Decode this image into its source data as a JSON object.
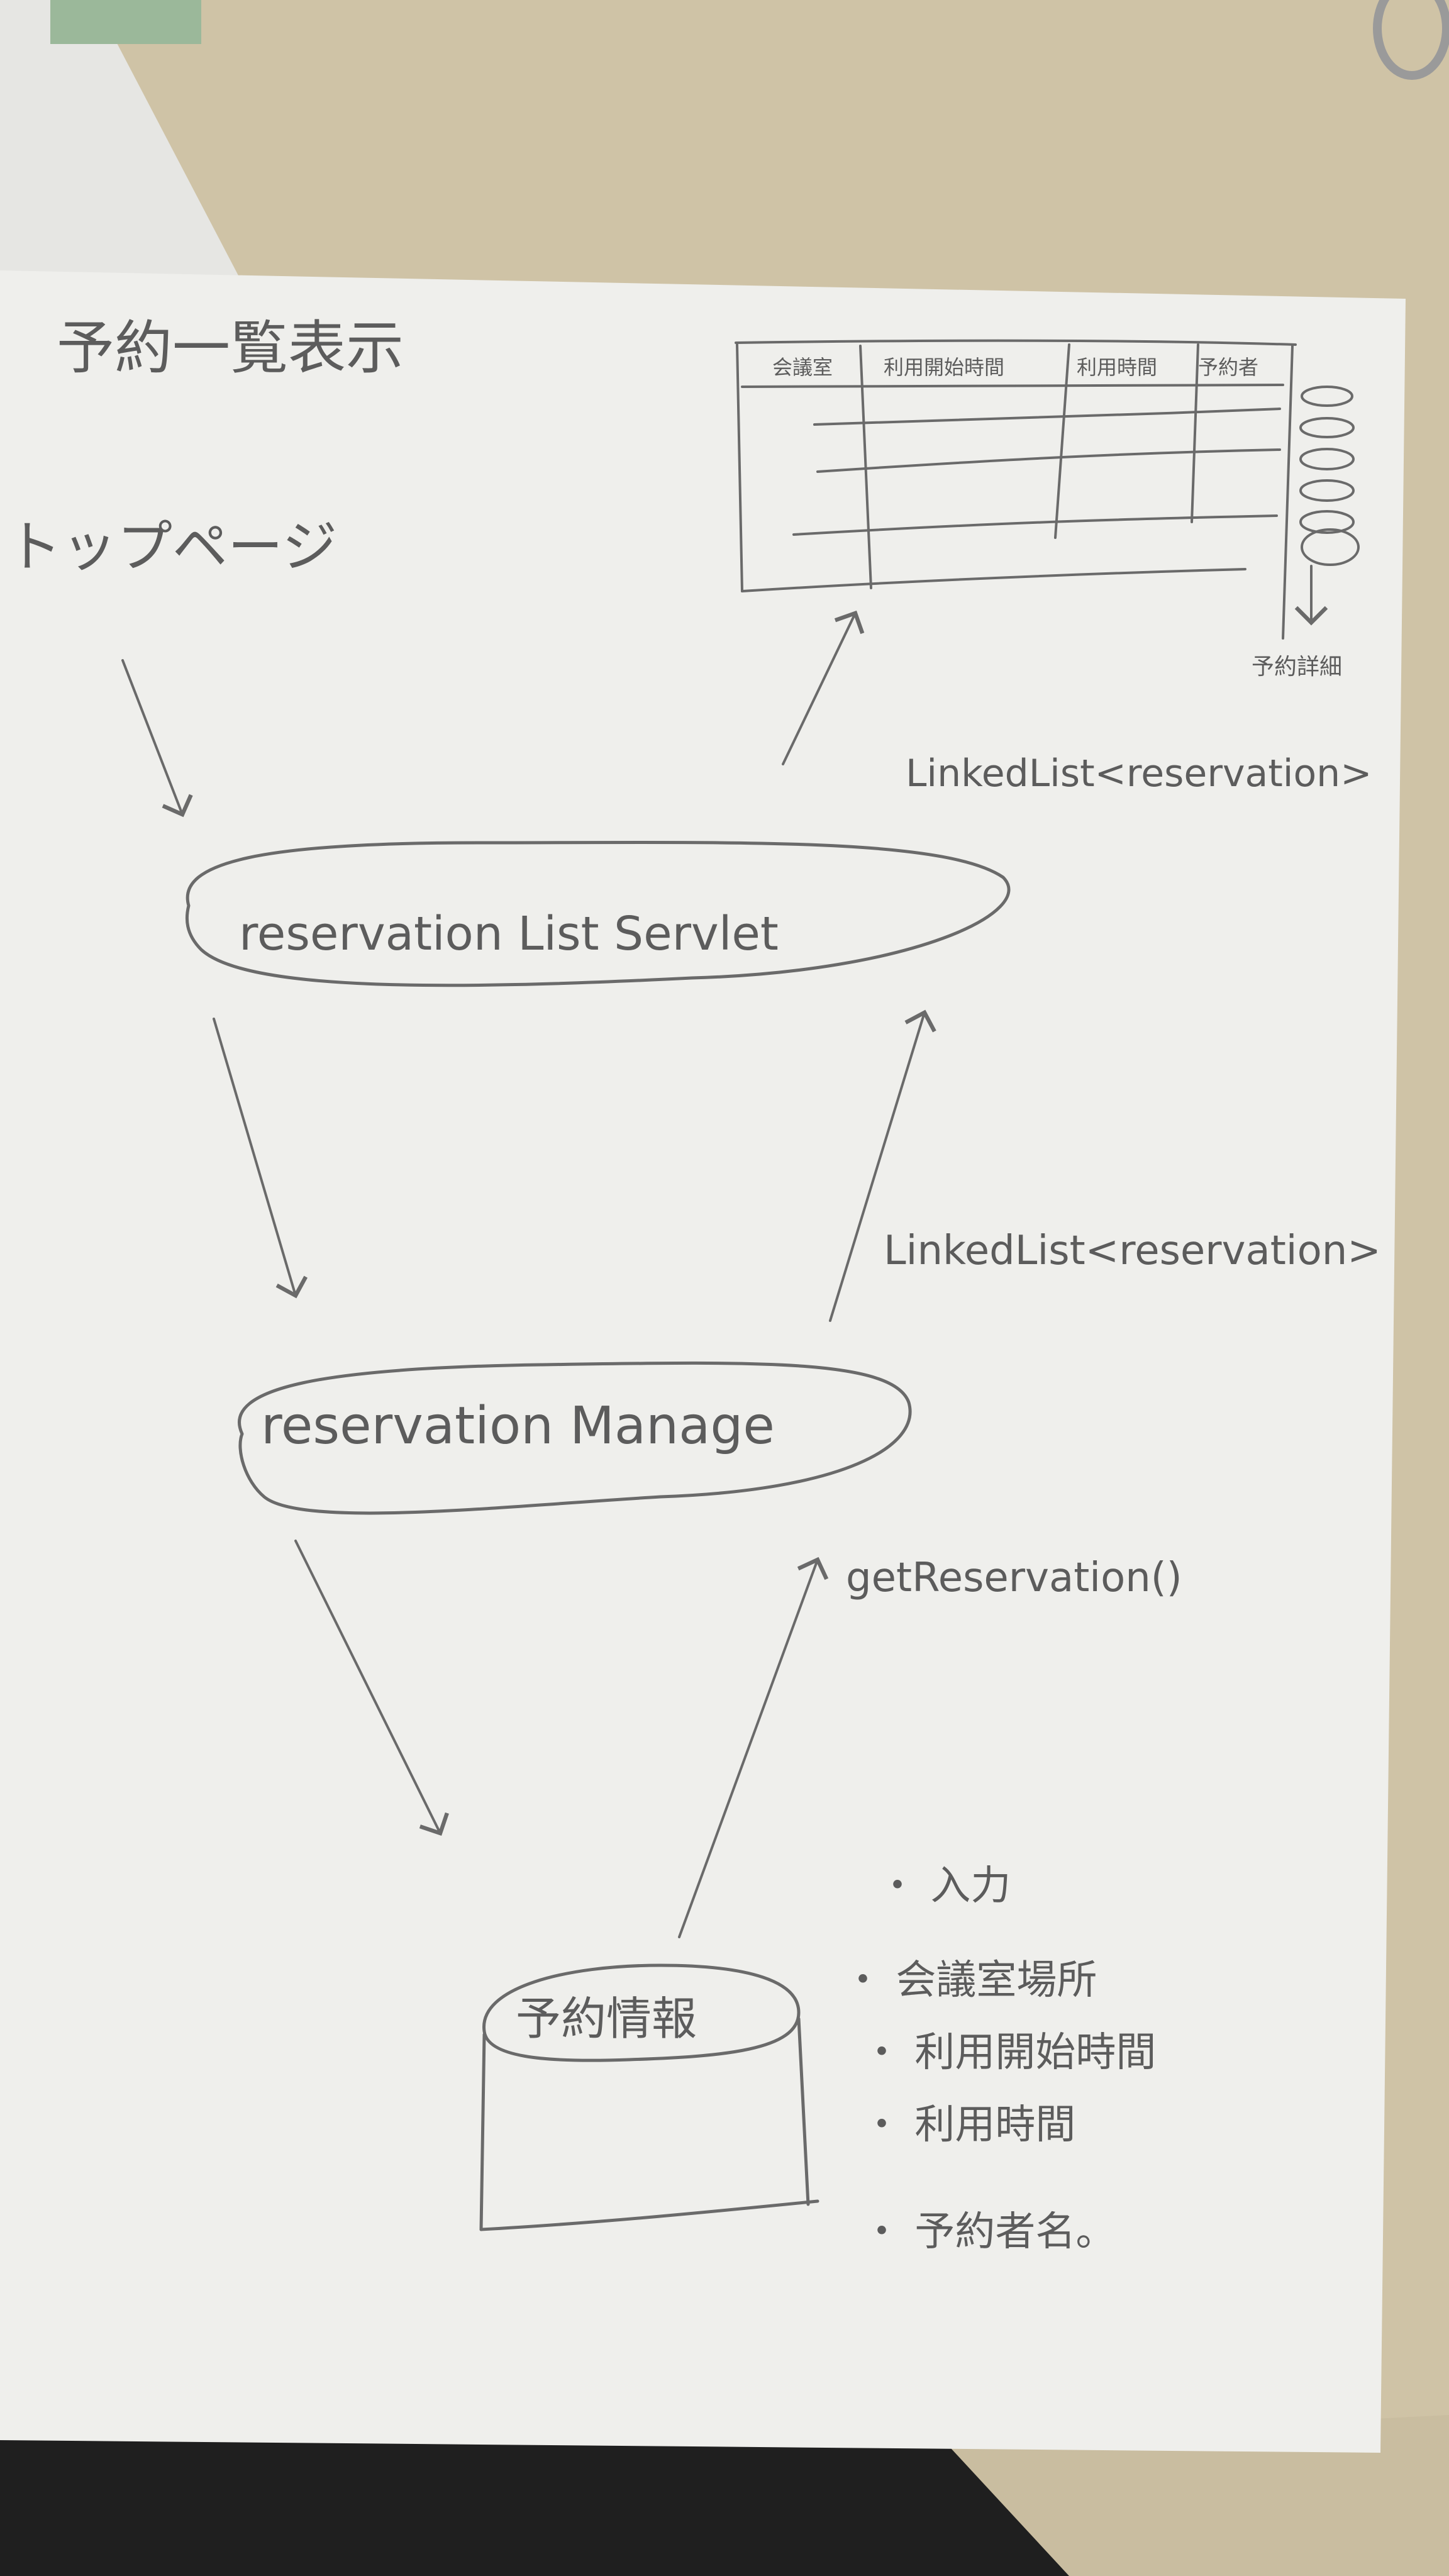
{
  "title": "予約一覧表示",
  "top_page": "トップページ",
  "table_sketch": {
    "headers": [
      "会議室",
      "利用開始時間",
      "利用時間",
      "予約者"
    ],
    "side_note": "予約詳細"
  },
  "servlet": {
    "label": "reservation List Servlet",
    "response_label": "LinkedList<reservation>"
  },
  "manager": {
    "label": "reservation Manage",
    "response_label": "LinkedList<reservation>",
    "method_label": "getReservation()"
  },
  "database": {
    "label": "予約情報",
    "fields": [
      "・ 入力",
      "・ 会議室場所",
      "・ 利用開始時間",
      "・ 利用時間",
      "・ 予約者名。"
    ]
  },
  "colors": {
    "desk": "#cfc3a6",
    "paper": "#efefec",
    "pencil": "#6a6a6a"
  }
}
